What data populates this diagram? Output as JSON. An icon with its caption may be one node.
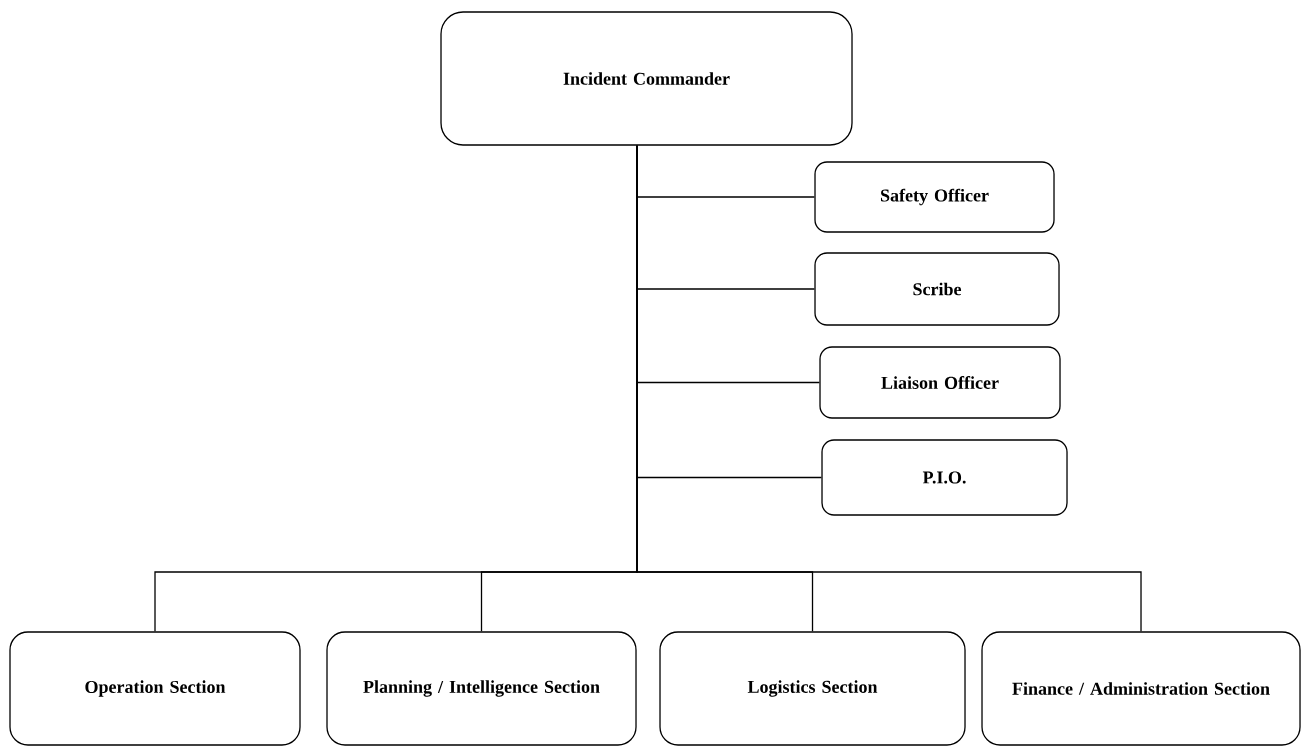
{
  "diagram": {
    "nodes": [
      {
        "text": [
          "Incident Commander"
        ]
      },
      {
        "text": [
          "Safety Officer"
        ]
      },
      {
        "text": [
          "Scribe"
        ]
      },
      {
        "text": [
          "Liaison Officer"
        ]
      },
      {
        "text": [
          "P.I.O."
        ]
      },
      {
        "text": [
          "Operation Section"
        ]
      },
      {
        "text": [
          "Planning / Intelligence Section"
        ]
      },
      {
        "text": [
          "Logistics Section"
        ]
      },
      {
        "text": [
          "Finance / Administration Section"
        ]
      }
    ],
    "edges": [
      {
        "from": 0,
        "to": 1,
        "arrow": "none"
      },
      {
        "from": 0,
        "to": 2,
        "arrow": "none"
      },
      {
        "from": 0,
        "to": 3,
        "arrow": "none"
      },
      {
        "from": 0,
        "to": 4,
        "arrow": "none"
      },
      {
        "from": 0,
        "to": 5,
        "arrow": "none"
      },
      {
        "from": 0,
        "to": 6,
        "arrow": "none"
      },
      {
        "from": 0,
        "to": 7,
        "arrow": "none"
      },
      {
        "from": 0,
        "to": 8,
        "arrow": "none"
      }
    ]
  }
}
